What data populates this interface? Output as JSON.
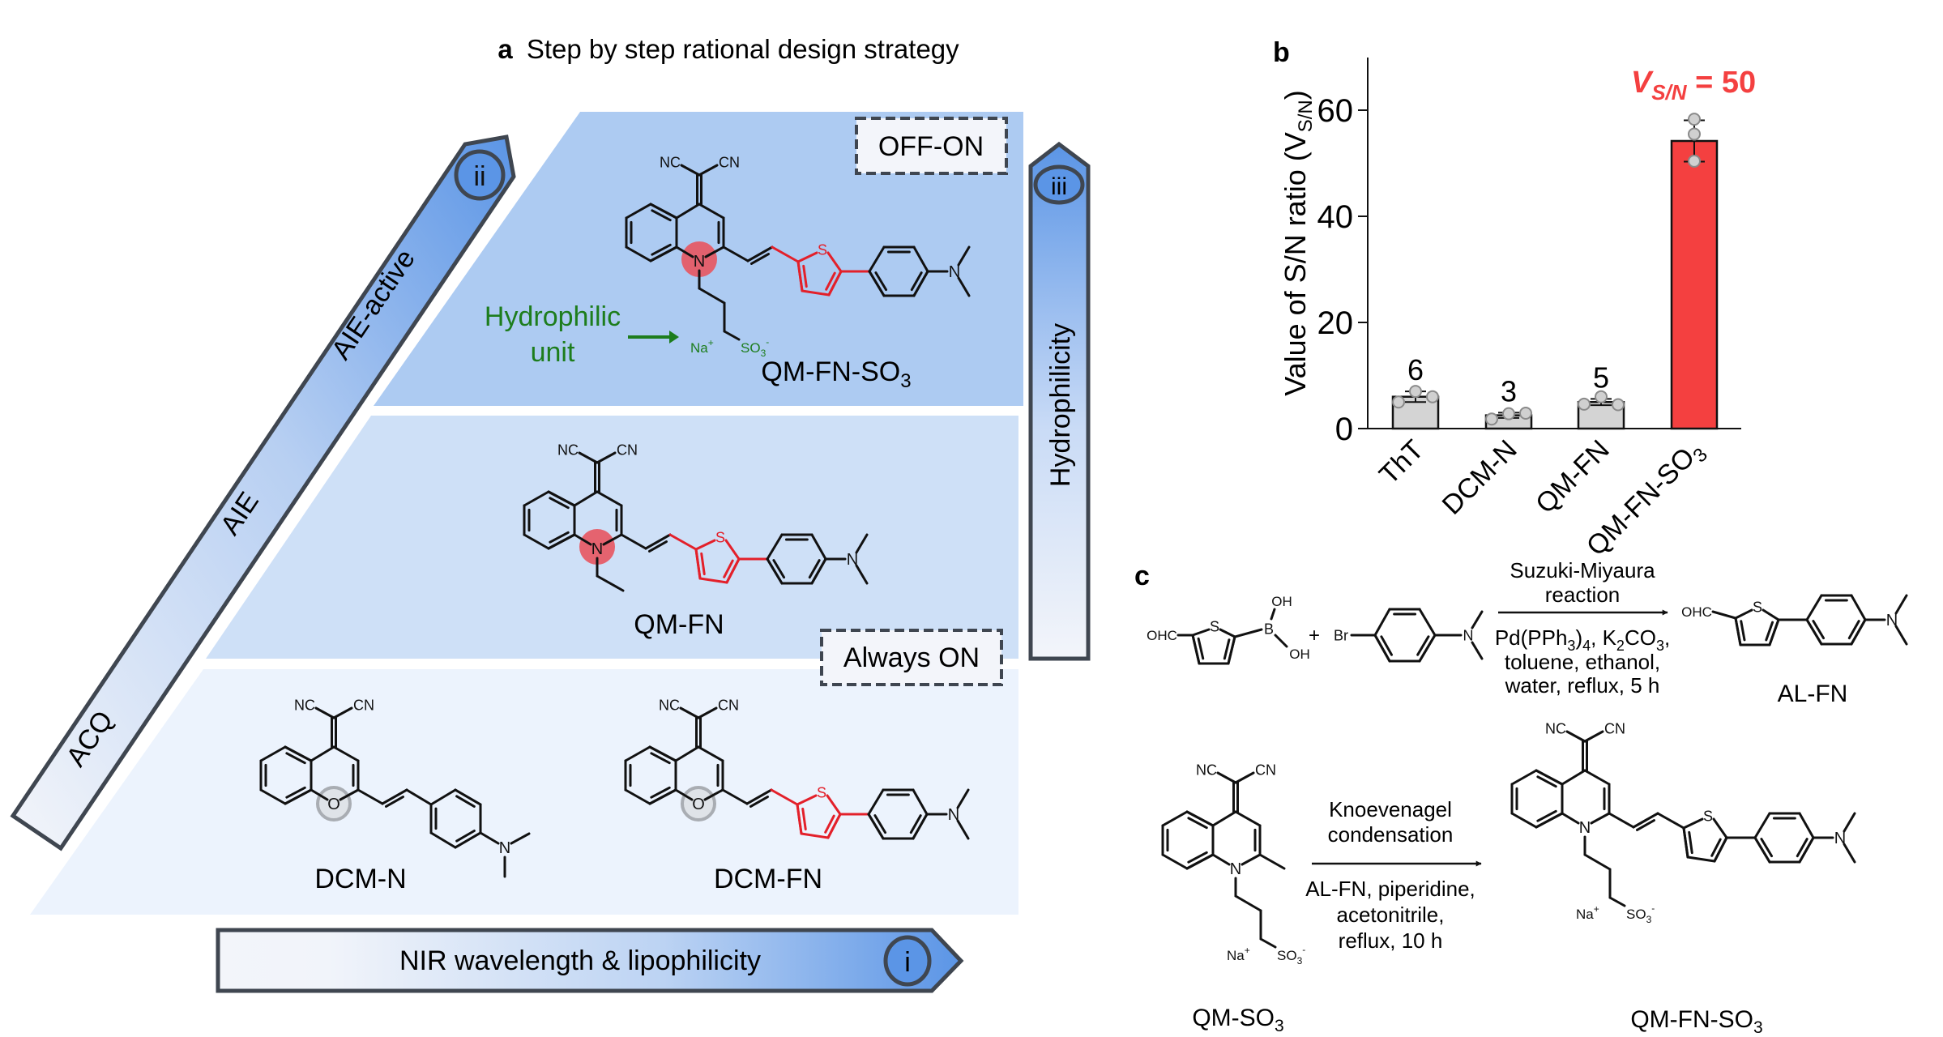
{
  "panel_a": {
    "letter": "a",
    "title": "Step by step rational design strategy",
    "badges": {
      "off_on": "OFF-ON",
      "always_on": "Always ON"
    },
    "arrows": {
      "diagonal": {
        "numeral": "ii",
        "labels": [
          "ACQ",
          "AIE",
          "AIE-active"
        ]
      },
      "horizontal": {
        "numeral": "i",
        "label": "NIR wavelength & lipophilicity"
      },
      "vertical": {
        "numeral": "iii",
        "label": "Hydrophilicity"
      }
    },
    "hydrophilic_note": {
      "line1": "Hydrophilic",
      "line2": "unit"
    },
    "compounds": {
      "qm_fn_so3": {
        "name": "QM-FN-SO",
        "sub": "3"
      },
      "qm_fn": {
        "name": "QM-FN"
      },
      "dcm_n": {
        "name": "DCM-N"
      },
      "dcm_fn": {
        "name": "DCM-FN"
      }
    },
    "atoms": {
      "nc": "NC",
      "cn": "CN",
      "n": "N",
      "o": "O",
      "s": "S",
      "na": "Na",
      "plus": "+",
      "so3": "SO",
      "three": "3",
      "minus": "-"
    },
    "colors": {
      "panel_top": "#adcbf2",
      "panel_mid": "#cee0f7",
      "panel_bottom": "#ecf3fd",
      "arrow_dark": "#5b95e6",
      "arrow_light": "#f3f5fa",
      "outline": "#3f4650",
      "highlight_red": "#e8555f",
      "thiophene_red": "#e3202a",
      "hydrophilic_green": "#1d7d1d",
      "oxygen_gray": "#a9adb3"
    }
  },
  "panel_b": {
    "letter": "b",
    "annotation": {
      "v": "V",
      "sub": "S/N",
      "rest": " = 50"
    },
    "ylabel_main": "Value of S/N ratio (V",
    "ylabel_sub": "S/N",
    "ylabel_close": ")"
  },
  "chart_data": {
    "type": "bar",
    "title": "",
    "xlabel": "",
    "ylabel": "Value of S/N ratio (VS/N)",
    "ylim": [
      0,
      70
    ],
    "yticks": [
      0,
      20,
      40,
      60
    ],
    "grid": false,
    "categories": [
      "ThT",
      "DCM-N",
      "QM-FN",
      "QM-FN-SO3"
    ],
    "category_labels": [
      {
        "main": "ThT",
        "sub": ""
      },
      {
        "main": "DCM-N",
        "sub": ""
      },
      {
        "main": "QM-FN",
        "sub": ""
      },
      {
        "main": "QM-FN-SO",
        "sub": "3"
      }
    ],
    "values": [
      6.0,
      2.5,
      5.0,
      54.2
    ],
    "errors": [
      1.0,
      0.5,
      0.6,
      3.9
    ],
    "points": [
      [
        5.0,
        7.0,
        6.0
      ],
      [
        1.8,
        2.8,
        2.9
      ],
      [
        4.6,
        6.0,
        4.5
      ],
      [
        58.3,
        55.5,
        50.4
      ]
    ],
    "data_labels": [
      "6",
      "3",
      "5",
      ""
    ],
    "bar_colors": [
      "#d4d4d4",
      "#d4d4d4",
      "#d4d4d4",
      "#f44040"
    ],
    "annotation": "VS/N = 50",
    "annotation_color": "#f44040"
  },
  "panel_c": {
    "letter": "c",
    "reaction1": {
      "above": [
        "Suzuki-Miyaura",
        "reaction"
      ],
      "below": [
        {
          "parts": [
            [
              "Pd(PPh",
              ""
            ],
            [
              "3",
              "sub"
            ],
            [
              ")",
              ""
            ],
            [
              "4",
              "sub"
            ],
            [
              ", K",
              ""
            ],
            [
              "2",
              "sub"
            ],
            [
              "CO",
              ""
            ],
            [
              "3",
              "sub"
            ],
            [
              ",",
              ""
            ]
          ]
        },
        {
          "parts": [
            [
              "toluene, ethanol,",
              ""
            ]
          ]
        },
        {
          "parts": [
            [
              "water, reflux, 5 h",
              ""
            ]
          ]
        }
      ],
      "product": "AL-FN",
      "plus": "+",
      "atoms": {
        "ohc": "OHC",
        "s": "S",
        "b": "B",
        "oh": "OH",
        "br": "Br",
        "n": "N"
      }
    },
    "reaction2": {
      "above": [
        "Knoevenagel",
        "condensation"
      ],
      "below": [
        "AL-FN, piperidine,",
        "acetonitrile,",
        "reflux, 10 h"
      ],
      "reactant": {
        "name": "QM-SO",
        "sub": "3"
      },
      "product": {
        "name": "QM-FN-SO",
        "sub": "3"
      }
    }
  }
}
